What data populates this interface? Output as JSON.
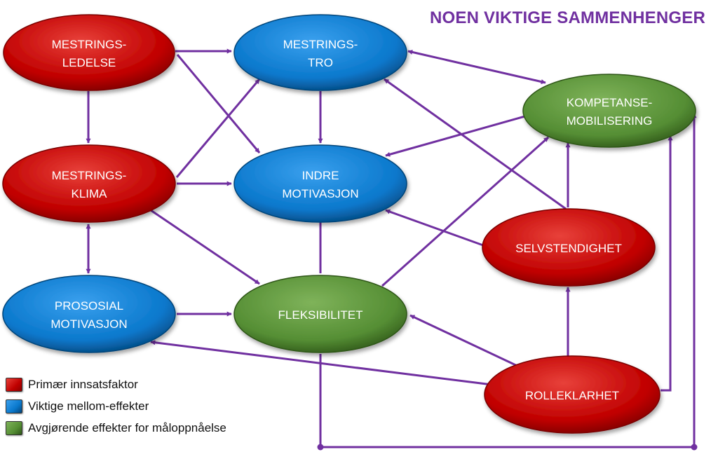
{
  "title": "NOEN VIKTIGE SAMMENHENGER",
  "colors": {
    "primary": "#c00000",
    "intermediate": "#0070c0",
    "outcome": "#4e8a2e",
    "arrow": "#7030a0"
  },
  "nodes": {
    "mestringsledelse": {
      "line1": "MESTRINGS-",
      "line2": "LEDELSE",
      "category": "primary"
    },
    "mestringstro": {
      "line1": "MESTRINGS-",
      "line2": "TRO",
      "category": "intermediate"
    },
    "kompetansemobilisering": {
      "line1": "KOMPETANSE-",
      "line2": "MOBILISERING",
      "category": "outcome"
    },
    "mestringsklima": {
      "line1": "MESTRINGS-",
      "line2": "KLIMA",
      "category": "primary"
    },
    "indre_motivasjon": {
      "line1": "INDRE",
      "line2": "MOTIVASJON",
      "category": "intermediate"
    },
    "selvstendighet": {
      "line1": "SELVSTENDIGHET",
      "line2": "",
      "category": "primary"
    },
    "prososial_motivasjon": {
      "line1": "PROSOSIAL",
      "line2": "MOTIVASJON",
      "category": "intermediate"
    },
    "fleksibilitet": {
      "line1": "FLEKSIBILITET",
      "line2": "",
      "category": "outcome"
    },
    "rolleklarhet": {
      "line1": "ROLLEKLARHET",
      "line2": "",
      "category": "primary"
    }
  },
  "legend": [
    {
      "label": "Primær innsatsfaktor",
      "category": "primary"
    },
    {
      "label": "Viktige mellom-effekter",
      "category": "intermediate"
    },
    {
      "label": "Avgjørende effekter for måloppnåelse",
      "category": "outcome"
    }
  ]
}
